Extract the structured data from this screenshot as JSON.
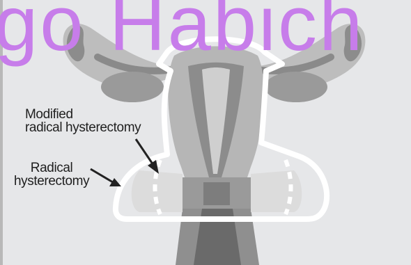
{
  "labels": {
    "modified": [
      "Modified",
      "radical hysterectomy"
    ],
    "radical": [
      "Radical",
      "hysterectomy"
    ]
  },
  "watermark": {
    "text": "go Habich",
    "color": "#c77dea"
  },
  "colors": {
    "background": "#e6e7e9",
    "outline": "#ffffff",
    "arrow": "#222222",
    "border_strip": "#b8b8b8"
  }
}
